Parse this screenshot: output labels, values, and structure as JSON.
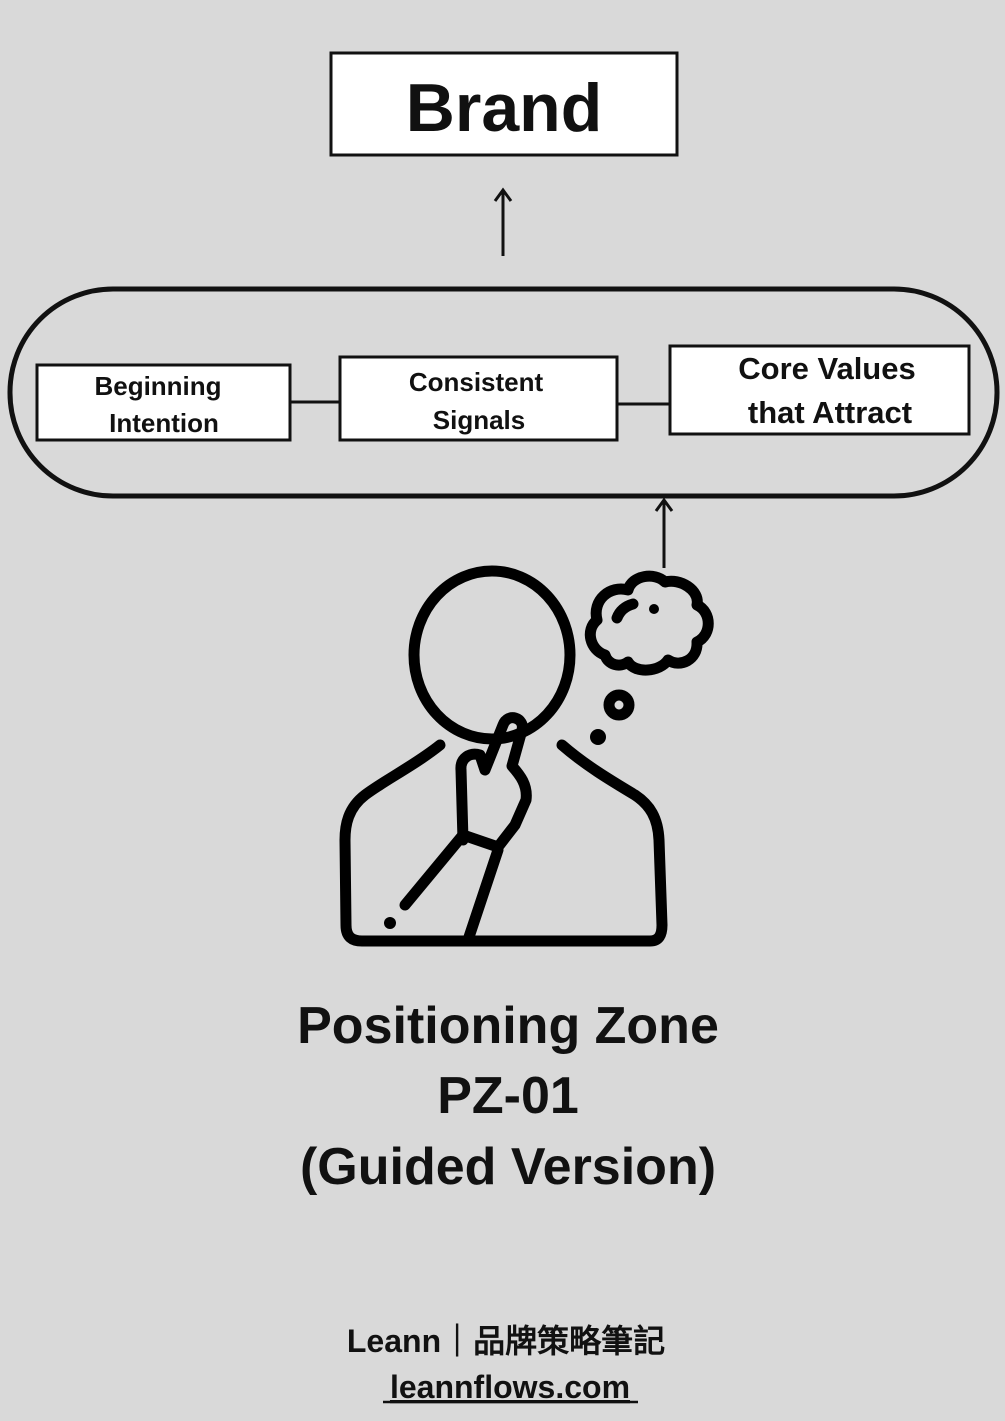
{
  "diagram": {
    "top_box": "Brand",
    "zone_items": [
      {
        "line1": "Beginning",
        "line2": "Intention"
      },
      {
        "line1": "Consistent",
        "line2": "Signals"
      },
      {
        "line1": "Core Values",
        "line2": "that Attract"
      }
    ],
    "icon": "thinking-person-icon"
  },
  "title": {
    "line1": "Positioning Zone",
    "line2": "PZ-01",
    "line3": "(Guided Version)"
  },
  "footer": {
    "author": "Leann｜品牌策略筆記",
    "website": "leannflows.com"
  },
  "colors": {
    "background": "#d9d9d9",
    "ink": "#111111",
    "box_fill": "#ffffff"
  }
}
